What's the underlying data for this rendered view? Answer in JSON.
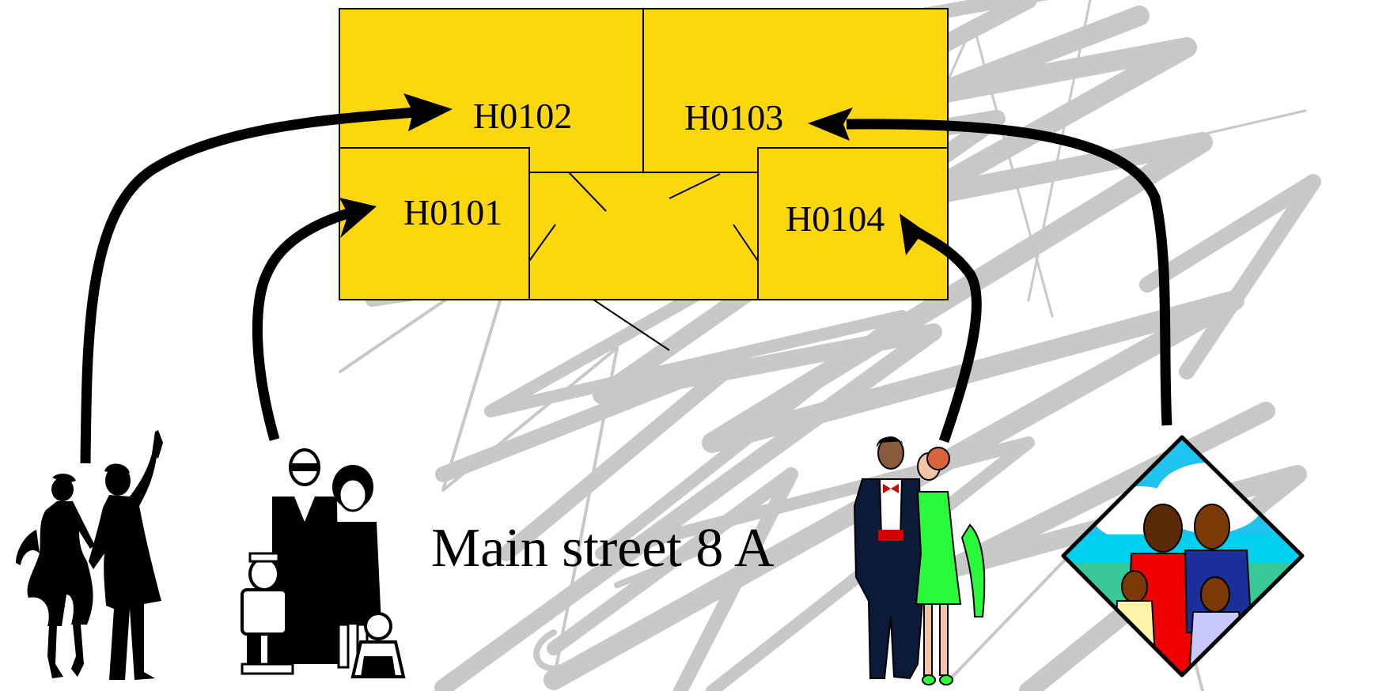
{
  "colors": {
    "floor": "#FCD70E",
    "outline": "#000000",
    "scribble": "#c4c4c4",
    "arrow": "#000000"
  },
  "apartments": {
    "h0101": "H0101",
    "h0102": "H0102",
    "h0103": "H0103",
    "h0104": "H0104"
  },
  "address": "Main street 8 A",
  "people": [
    {
      "icon": "dancing-couple-silhouette-icon",
      "target": "H0102"
    },
    {
      "icon": "family-with-children-icon",
      "target": "H0101"
    },
    {
      "icon": "formal-couple-icon",
      "target": "H0104"
    },
    {
      "icon": "family-diamond-emblem-icon",
      "target": "H0103"
    }
  ]
}
